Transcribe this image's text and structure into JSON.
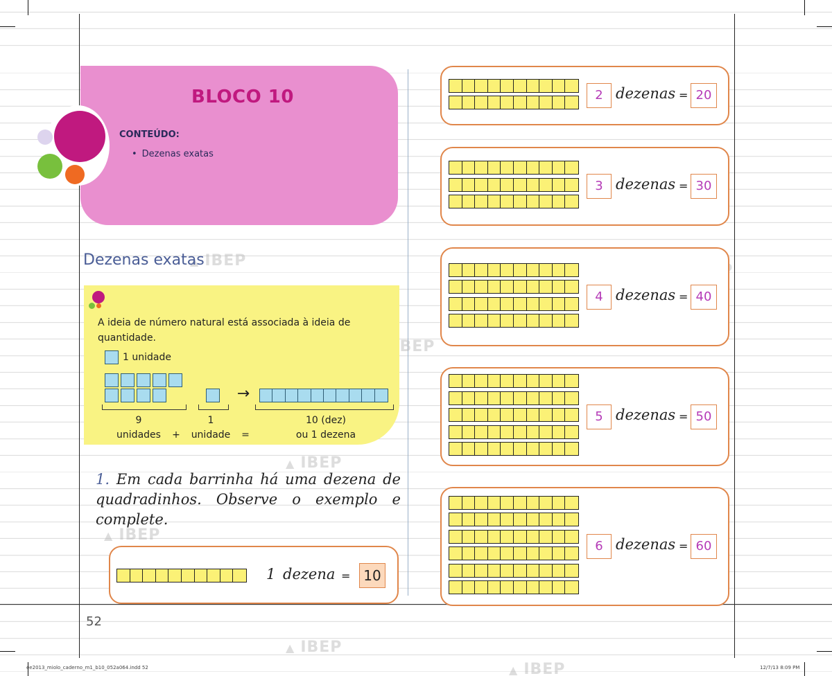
{
  "header": {
    "block_title": "BLOCO 10",
    "content_label": "CONTEÚDO:",
    "content_items": [
      "Dezenas exatas"
    ]
  },
  "section": {
    "title": "Dezenas exatas"
  },
  "info_box": {
    "text": "A ideia de número natural está associada à ideia de quantidade.",
    "unit_label": "1 unidade",
    "caption_nine": [
      "9",
      "unidades"
    ],
    "plus": "+",
    "caption_one": [
      "1",
      "unidade"
    ],
    "equals": "=",
    "arrow": "→",
    "caption_ten": [
      "10 (dez)",
      "ou 1 dezena"
    ]
  },
  "exercise": {
    "number": "1.",
    "text": "Em cada barrinha há uma dezena de quadradinhos. Observe o exemplo e complete."
  },
  "example": {
    "count": "1",
    "word": "dezena",
    "equals": "=",
    "value": "10"
  },
  "rows": [
    {
      "bars": 2,
      "count": "2",
      "word": "dezenas",
      "equals": "=",
      "value": "20"
    },
    {
      "bars": 3,
      "count": "3",
      "word": "dezenas",
      "equals": "=",
      "value": "30"
    },
    {
      "bars": 4,
      "count": "4",
      "word": "dezenas",
      "equals": "=",
      "value": "40"
    },
    {
      "bars": 5,
      "count": "5",
      "word": "dezenas",
      "equals": "=",
      "value": "50"
    },
    {
      "bars": 6,
      "count": "6",
      "word": "dezenas",
      "equals": "=",
      "value": "60"
    }
  ],
  "page_number": "52",
  "watermark_text": "IBEP",
  "footer": {
    "left": "ee2013_miolo_caderno_m1_b10_052a064.indd 52",
    "right": "12/7/13 8:09 PM"
  },
  "colors": {
    "pink_box": "#e98fcf",
    "title_magenta": "#c0197f",
    "yellow_box": "#f9f383",
    "answer_border": "#e0864a",
    "answer_digits": "#b53bb7",
    "bar_yellow": "#fbf176",
    "unit_blue": "#a9dcef"
  }
}
